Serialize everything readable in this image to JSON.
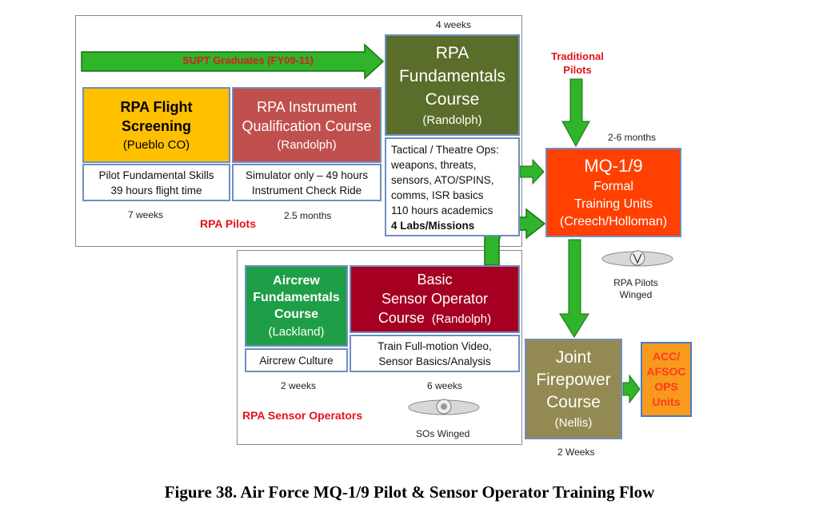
{
  "supt_arrow_label": "SUPT Graduates (FY09-11)",
  "rpa_fundamentals": {
    "duration": "4 weeks",
    "title_lines": [
      "RPA",
      "Fundamentals",
      "Course"
    ],
    "location": "(Randolph)",
    "details": [
      "Tactical / Theatre Ops:",
      "weapons, threats,",
      "sensors, ATO/SPINS,",
      "comms, ISR basics",
      "110 hours academics",
      "4 Labs/Missions"
    ]
  },
  "rpa_flight_screening": {
    "title_lines": [
      "RPA Flight",
      "Screening"
    ],
    "location": "(Pueblo CO)",
    "details": [
      "Pilot Fundamental Skills",
      "39 hours flight time"
    ],
    "duration": "7 weeks"
  },
  "rpa_instrument": {
    "title_lines": [
      "RPA Instrument",
      "Qualification Course"
    ],
    "location": "(Randolph)",
    "details": [
      "Simulator only – 49 hours",
      "Instrument Check Ride"
    ],
    "duration": "2.5 months"
  },
  "rpa_pilots_label": "RPA Pilots",
  "traditional_pilots": [
    "Traditional",
    "Pilots"
  ],
  "mq19": {
    "duration": "2-6 months",
    "title": "MQ-1/9",
    "lines": [
      "Formal",
      "Training Units",
      "(Creech/Holloman)"
    ]
  },
  "rpa_pilots_winged": [
    "RPA Pilots",
    "Winged"
  ],
  "aircrew_fundamentals": {
    "title_lines": [
      "Aircrew",
      "Fundamentals",
      "Course"
    ],
    "location": "(Lackland)",
    "details": [
      "Aircrew Culture"
    ],
    "duration": "2 weeks"
  },
  "basic_sensor": {
    "title_lines": [
      "Basic",
      "Sensor Operator"
    ],
    "title_last": "Course",
    "location": "(Randolph)",
    "details": [
      "Train Full-motion Video,",
      "Sensor Basics/Analysis"
    ],
    "duration": "6 weeks"
  },
  "rpa_sensor_label": "RPA Sensor Operators",
  "sos_winged": "SOs Winged",
  "joint_firepower": {
    "title_lines": [
      "Joint",
      "Firepower",
      "Course"
    ],
    "location": "(Nellis)",
    "duration": "2 Weeks"
  },
  "acc_units": [
    "ACC/",
    "AFSOC",
    "OPS",
    "Units"
  ],
  "caption": "Figure 38. Air Force MQ-1/9 Pilot & Sensor Operator Training Flow",
  "colors": {
    "arrow_green": "#2fb42a",
    "rpa_fund_bg": "#5a6d2a",
    "flight_screening_bg": "#ffc000",
    "instrument_bg": "#c0504d",
    "mq19_bg": "#ff4000",
    "aircrew_bg": "#1e9e47",
    "sensor_bg": "#a50021",
    "joint_bg": "#938953",
    "acc_bg": "#f79a1e"
  }
}
